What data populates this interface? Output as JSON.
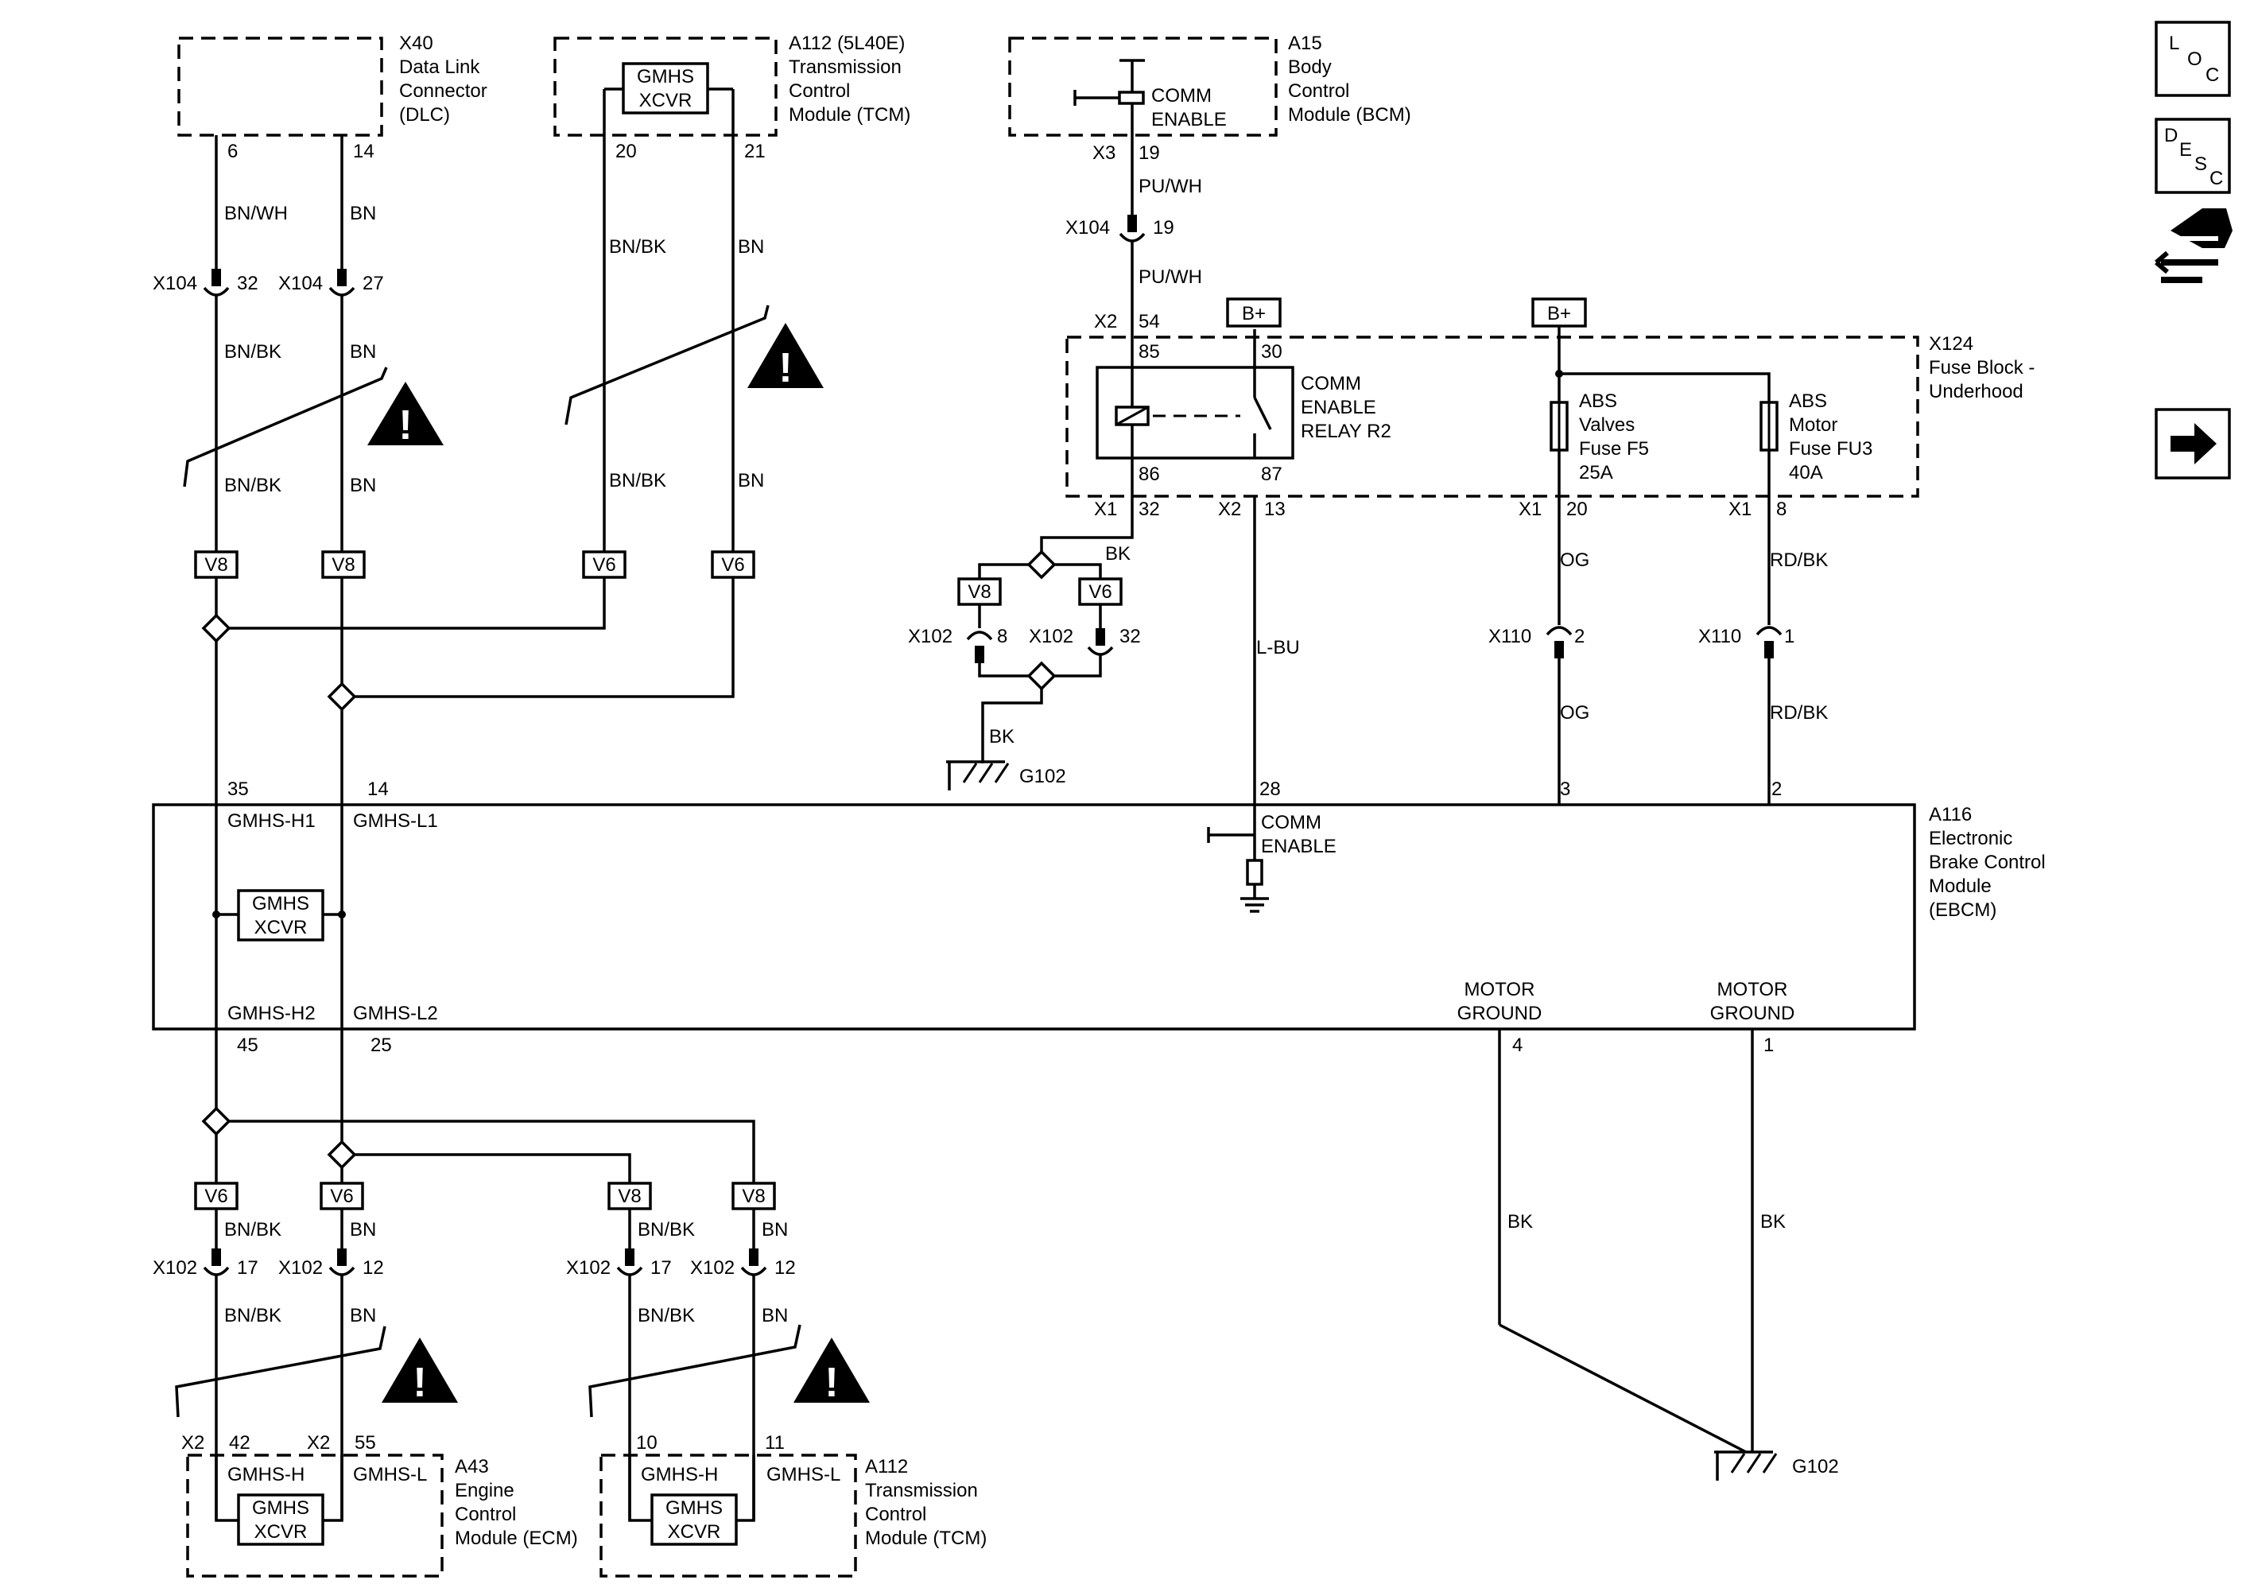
{
  "modules": {
    "dlc": {
      "lines": [
        "X40",
        "Data Link",
        "Connector",
        "(DLC)"
      ]
    },
    "tcm_top": {
      "lines": [
        "A112 (5L40E)",
        "Transmission",
        "Control",
        "Module (TCM)"
      ]
    },
    "bcm": {
      "lines": [
        "A15",
        "Body",
        "Control",
        "Module (BCM)"
      ],
      "comm": [
        "COMM",
        "ENABLE"
      ]
    },
    "fuse_block": {
      "lines": [
        "X124",
        "Fuse Block -",
        "Underhood"
      ]
    },
    "ebcm": {
      "lines": [
        "A116",
        "Electronic",
        "Brake Control",
        "Module",
        "(EBCM)"
      ]
    },
    "ecm": {
      "lines": [
        "A43",
        "Engine",
        "Control",
        "Module (ECM)"
      ]
    },
    "tcm_bottom": {
      "lines": [
        "A112",
        "Transmission",
        "Control",
        "Module (TCM)"
      ]
    }
  },
  "xcvr": [
    "GMHS",
    "XCVR"
  ],
  "relay": {
    "lines": [
      "COMM",
      "ENABLE",
      "RELAY R2"
    ]
  },
  "fuse_valves": {
    "lines": [
      "ABS",
      "Valves",
      "Fuse F5",
      "25A"
    ]
  },
  "fuse_motor": {
    "lines": [
      "ABS",
      "Motor",
      "Fuse FU3",
      "40A"
    ]
  },
  "battery": "B+",
  "ground_label": "G102",
  "ebcm_pins": {
    "h1": "GMHS-H1",
    "l1": "GMHS-L1",
    "h2": "GMHS-H2",
    "l2": "GMHS-L2",
    "comm": [
      "COMM",
      "ENABLE"
    ],
    "motor_ground": [
      "MOTOR",
      "GROUND"
    ]
  },
  "module_pins": {
    "h": "GMHS-H",
    "l": "GMHS-L"
  },
  "option_v8": "V8",
  "option_v6": "V6",
  "wire_colors": {
    "bnwh": "BN/WH",
    "bn": "BN",
    "bnbk": "BN/BK",
    "puwh": "PU/WH",
    "bk": "BK",
    "lbu": "L-BU",
    "og": "OG",
    "rdbk": "RD/BK"
  },
  "connectors": {
    "x104": "X104",
    "x102": "X102",
    "x110": "X110",
    "x1": "X1",
    "x2": "X2",
    "x3": "X3"
  },
  "pin_numbers": [
    "6",
    "14",
    "20",
    "21",
    "19",
    "32",
    "27",
    "54",
    "30",
    "85",
    "86",
    "87",
    "13",
    "8",
    "35",
    "45",
    "25",
    "28",
    "3",
    "2",
    "20",
    "1",
    "4",
    "17",
    "12",
    "42",
    "55",
    "10",
    "11"
  ],
  "nav_icons": [
    "loc-icon",
    "desc-icon",
    "connector-view-icon",
    "next-arrow-icon"
  ],
  "nav_text": {
    "loc": [
      "L",
      "O",
      "C"
    ],
    "desc": [
      "D",
      "E",
      "S",
      "C"
    ]
  }
}
